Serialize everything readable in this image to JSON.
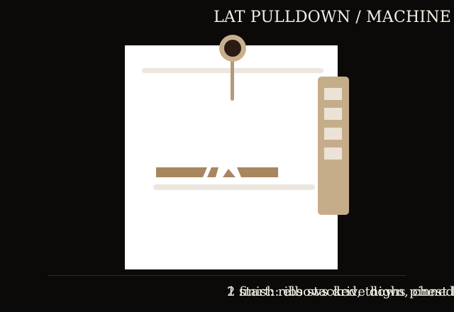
{
  "header": {
    "title": "LAT PULLDOWN / MACHINE"
  },
  "illustration": {
    "subject": "lat pulldown machine",
    "colors": {
      "background": "#0b0a08",
      "panel": "#ffffff",
      "frame_light": "#ece7de",
      "weight_stack": "#c6ad8a",
      "bar": "#a8865e",
      "pulley_core": "#2a1c14"
    },
    "weight_plate_count": 4
  },
  "caption": {
    "line_a": "1 finish: elbows drive down, chest lifted",
    "line_b": "2 start: ribs stacked, thighs pinned"
  }
}
